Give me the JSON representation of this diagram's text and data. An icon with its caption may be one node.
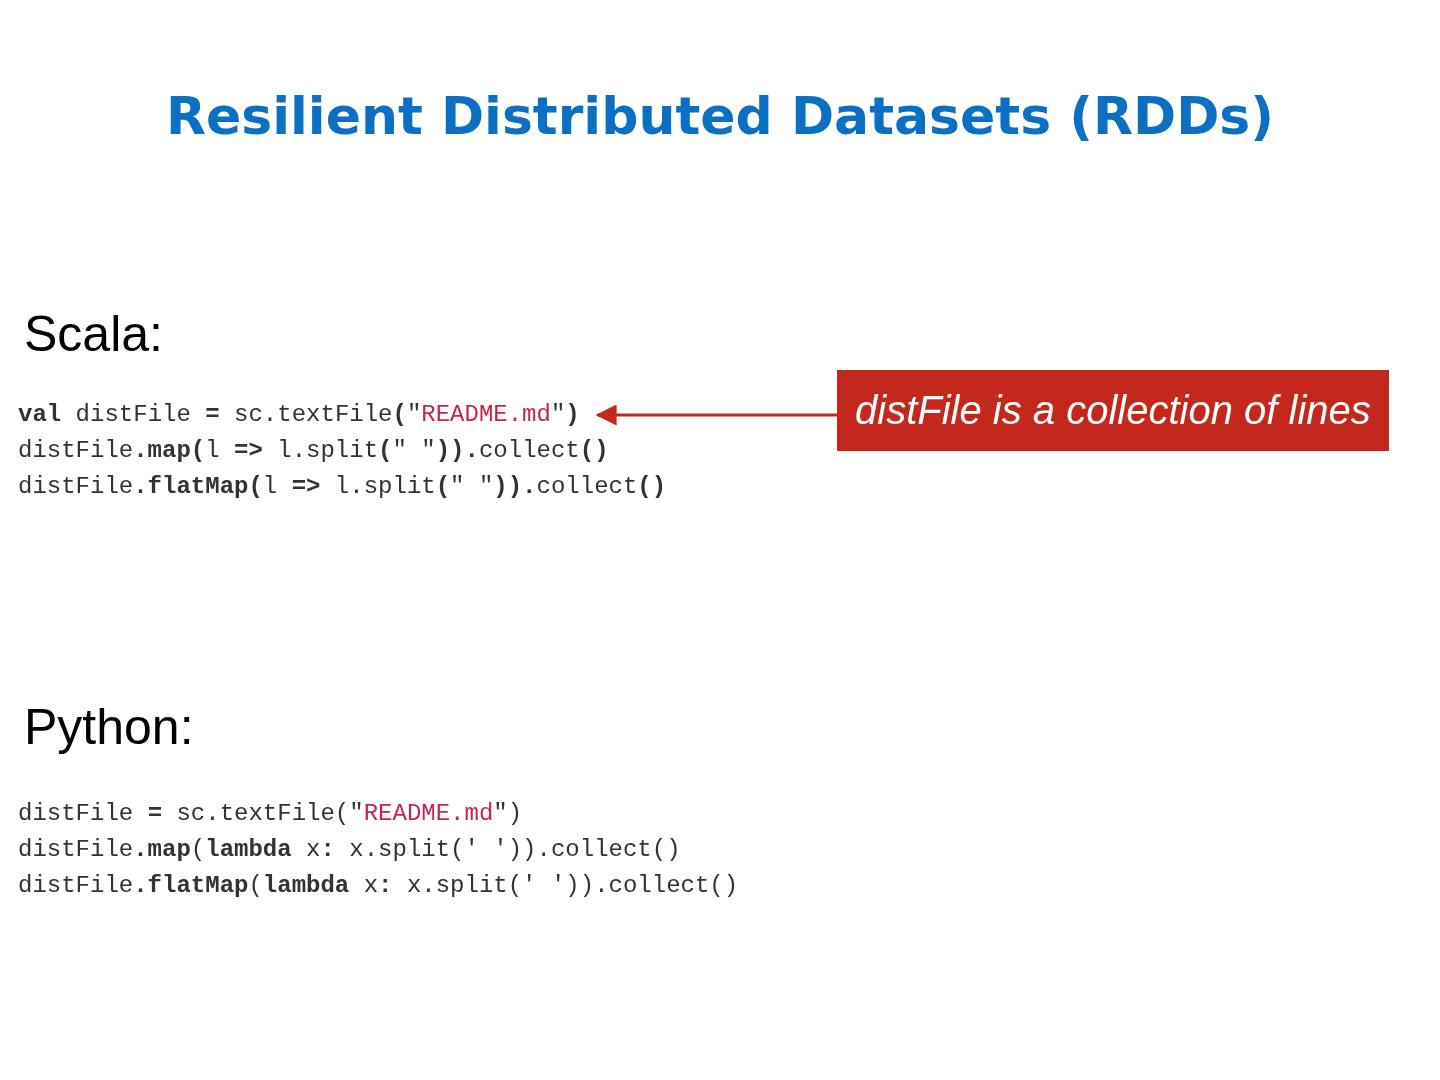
{
  "diagram": {
    "title": "Resilient Distributed Datasets (RDDs)",
    "nodes": [
      {
        "text": [
          "distFile is a collection of lines"
        ]
      },
      {
        "text": [
          "**val** distFile **=** sc.textFile**(**\"README.md\"**)**"
        ]
      }
    ],
    "edges": [
      {
        "from": 0,
        "to": 1,
        "arrow": "to"
      }
    ],
    "labels": [
      "Scala:",
      "distFile**.map(**l **=>** l.split**(**\" \"**)).**collect**()**",
      "distFile**.flatMap(**l **=>** l.split**(**\" \"**)).**collect**()**",
      "Python:",
      "distFile **=** sc.textFile(\"README.md\")",
      "distFile**.map**(**lambda** x**:** x.split(' ')).collect()",
      "distFile**.flatMap**(**lambda** x**:** x.split(' ')).collect()"
    ]
  }
}
